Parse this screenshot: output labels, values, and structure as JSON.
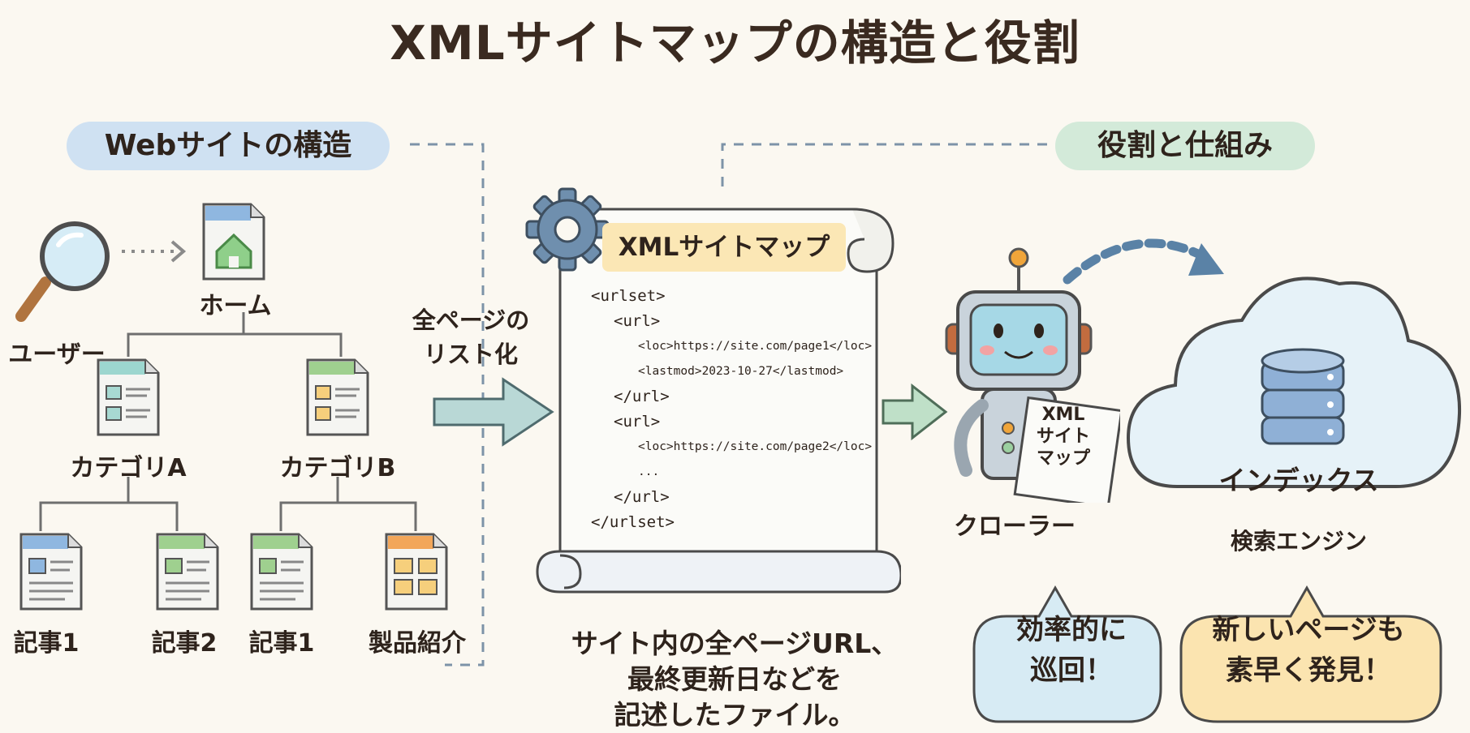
{
  "title": "XMLサイトマップの構造と役割",
  "sections": {
    "website": "Webサイトの構造",
    "role": "役割と仕組み"
  },
  "tree": {
    "user": "ユーザー",
    "home": "ホーム",
    "cat_a": "カテゴリA",
    "cat_b": "カテゴリB",
    "leaves": [
      "記事1",
      "記事2",
      "記事1",
      "製品紹介"
    ]
  },
  "arrow_label": [
    "全ページの",
    "リスト化"
  ],
  "sitemap": {
    "tag": "XMLサイトマップ",
    "code": [
      "<urlset>",
      "<url>",
      "<loc>https://site.com/page1</loc>",
      "<lastmod>2023-10-27</lastmod>",
      "</url>",
      "<url>",
      "<loc>https://site.com/page2</loc>",
      "...",
      "</url>",
      "</urlset>"
    ],
    "caption": [
      "サイト内の全ページURL、",
      "最終更新日などを",
      "記述したファイル。"
    ]
  },
  "crawler": {
    "label": "クローラー",
    "note": [
      "XML",
      "サイト",
      "マップ"
    ]
  },
  "search": {
    "index": "インデックス",
    "engine": "検索エンジン"
  },
  "bubbles": {
    "efficient": [
      "効率的に",
      "巡回！"
    ],
    "discover": [
      "新しいページも",
      "素早く発見！"
    ]
  },
  "colors": {
    "pill_blue": "#cfe1f2",
    "pill_green": "#d3ead9",
    "tag_yellow": "#fbe7b5",
    "bubble_blue": "#d7ebf4",
    "bubble_yellow": "#fbe4b0"
  }
}
